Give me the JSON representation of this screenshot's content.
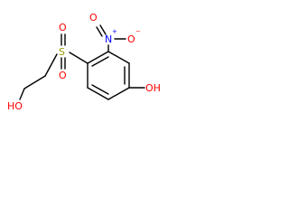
{
  "molecule": {
    "colors": {
      "bond": "#000000",
      "carbon_text": "#000000",
      "oxygen_text": "#ff0000",
      "nitrogen_text": "#0000ff",
      "sulfur_text": "#999900"
    },
    "atoms": {
      "hydroxyl_o": "HO",
      "phenol_o": "OH",
      "sulfur": "S",
      "sulfonyl_o_top": "O",
      "sulfonyl_o_bottom": "O",
      "nitro_n": "N",
      "nitro_n_charge": "+",
      "nitro_o_top": "O",
      "nitro_o_right": "O",
      "nitro_o_right_charge": "−"
    }
  }
}
